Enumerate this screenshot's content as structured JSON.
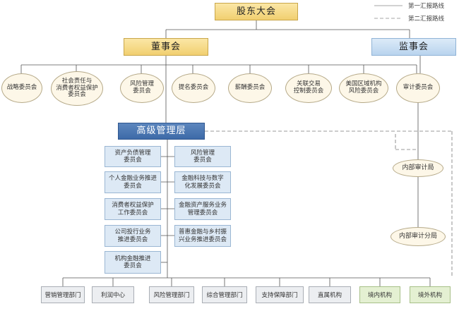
{
  "legend": {
    "primary": "第一汇报路线",
    "secondary": "第二汇报路线"
  },
  "shareholders": "股东大会",
  "board": "董事会",
  "supervisory": "监事会",
  "committees": [
    "战略委员会",
    "社会责任与\n消费者权益保护\n委员会",
    "风险管理\n委员会",
    "提名委员会",
    "薪酬委员会",
    "关联交易\n控制委员会",
    "美国区域机构\n风险委员会",
    "审计委员会"
  ],
  "senior_management": "高级管理层",
  "sub_committees_left": [
    "资产负债管理\n委员会",
    "个人金融业务推进\n委员会",
    "消费者权益保护\n工作委员会",
    "公司投行业务\n推进委员会",
    "机构金融推进\n委员会"
  ],
  "sub_committees_right": [
    "风险管理\n委员会",
    "金融科技与数字\n化发展委员会",
    "金融资产服务业务\n管理委员会",
    "普惠金融与乡村振\n兴业务推进委员会"
  ],
  "audit_bureau": "内部审计局",
  "audit_branch": "内部审计分局",
  "departments": [
    "营销管理部门",
    "利润中心",
    "风险管理部门",
    "综合管理部门",
    "支持保障部门",
    "直属机构",
    "境内机构",
    "境外机构"
  ],
  "colors": {
    "gold": "#f1cf70",
    "supervisory_blue": "#b9d4ee",
    "senior_blue": "#3d6aa8",
    "committee_fill": "#fdf7e8",
    "green_dept": "#e4f0d2"
  }
}
